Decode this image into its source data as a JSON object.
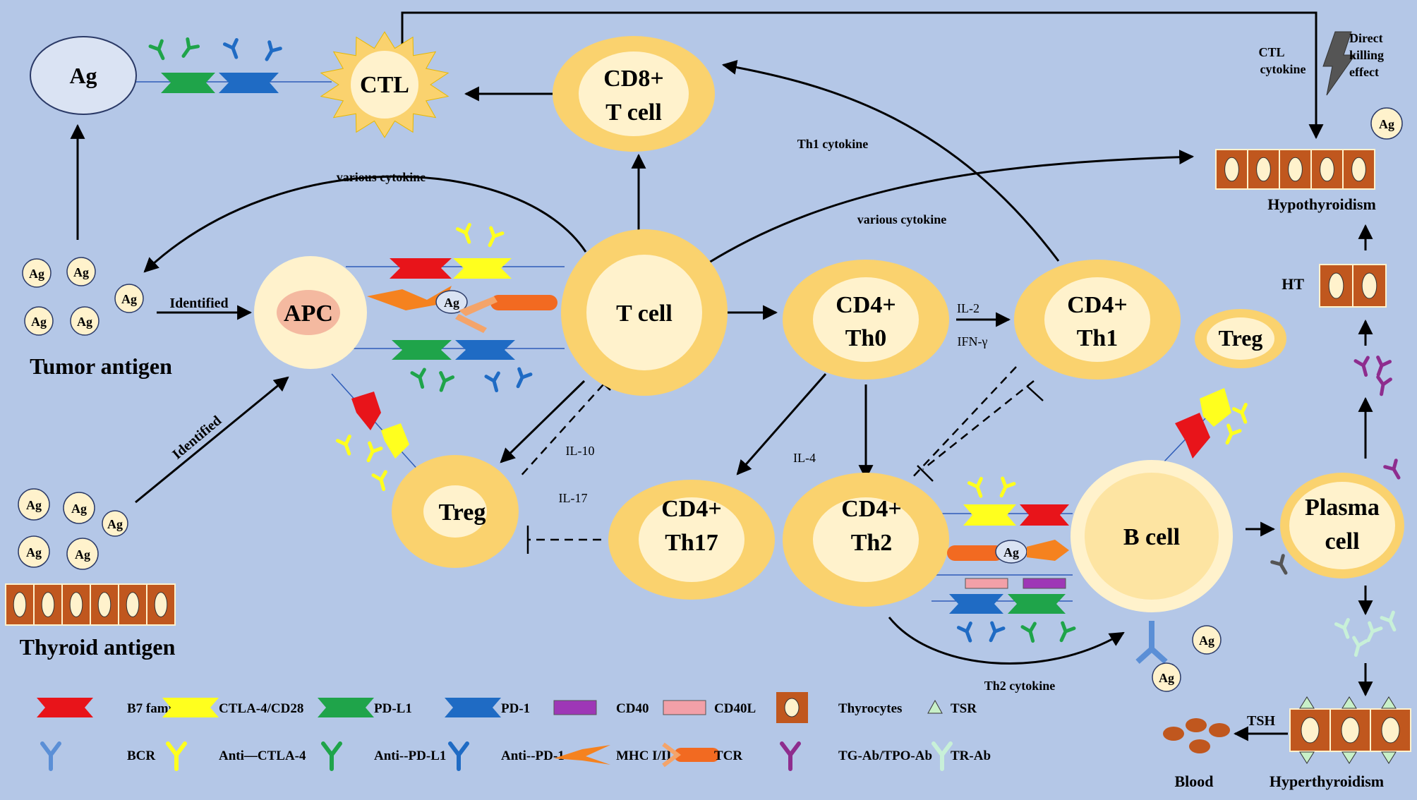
{
  "cells": {
    "ag_top": "Ag",
    "ctl": "CTL",
    "cd8_line1": "CD8+",
    "cd8_line2": "T cell",
    "apc": "APC",
    "tcell": "T cell",
    "th0_line1": "CD4+",
    "th0_line2": "Th0",
    "th1_line1": "CD4+",
    "th1_line2": "Th1",
    "treg_left": "Treg",
    "th17_line1": "CD4+",
    "th17_line2": "Th17",
    "th2_line1": "CD4+",
    "th2_line2": "Th2",
    "treg_right": "Treg",
    "bcell": "B cell",
    "plasma_line1": "Plasma",
    "plasma_line2": "cell"
  },
  "antigen_token": "Ag",
  "labels": {
    "tumor_antigen": "Tumor antigen",
    "thyroid_antigen": "Thyroid antigen",
    "identified_1": "Identified",
    "identified_2": "Identified",
    "various_cytokine_1": "various cytokine",
    "various_cytokine_2": "various cytokine",
    "th1_cytokine": "Th1 cytokine",
    "th2_cytokine": "Th2 cytokine",
    "il2": "IL-2",
    "ifng": "IFN-γ",
    "il4": "IL-4",
    "il10": "IL-10",
    "il17": "IL-17",
    "ctl_cytokine_1": "CTL",
    "ctl_cytokine_2": "cytokine",
    "direct_1": "Direct",
    "direct_2": "killing",
    "direct_3": "effect",
    "hypothyroidism": "Hypothyroidism",
    "ht": "HT",
    "tsh": "TSH",
    "blood": "Blood",
    "hyperthyroidism": "Hyperthyroidism"
  },
  "legend": [
    {
      "label": "B7 family",
      "color": "#e8141a"
    },
    {
      "label": "CTLA-4/CD28",
      "color": "#ffff1e"
    },
    {
      "label": "PD-L1",
      "color": "#1fa44a"
    },
    {
      "label": "PD-1",
      "color": "#1f6bc4"
    },
    {
      "label": "CD40",
      "color": "#9e37b6"
    },
    {
      "label": "CD40L",
      "color": "#f2a0a8"
    },
    {
      "label": "Thyrocytes",
      "color": "#c0571e"
    },
    {
      "label": "TSR",
      "color": "#c8f0c8"
    },
    {
      "label": "BCR",
      "color": "#5b8fd6"
    },
    {
      "label": "Anti—CTLA-4",
      "color": "#ffff1e"
    },
    {
      "label": "Anti--PD-L1",
      "color": "#1fa44a"
    },
    {
      "label": "Anti--PD-1",
      "color": "#1f6bc4"
    },
    {
      "label": "MHC  I/II",
      "color": "#f5821f"
    },
    {
      "label": "TCR",
      "color": "#f26a21"
    },
    {
      "label": "TG-Ab/TPO-Ab",
      "color": "#8e2d8e"
    },
    {
      "label": "TR-Ab",
      "color": "#c8f0d8"
    }
  ],
  "colors": {
    "background": "#b4c7e7",
    "cell_outer": "#fad26e",
    "cell_inner": "#fff2cc",
    "apc_nucleus": "#f4b9a0",
    "thyrocyte_tile": "#c0571e",
    "thyrocyte_nucleus": "#fff2cc"
  }
}
